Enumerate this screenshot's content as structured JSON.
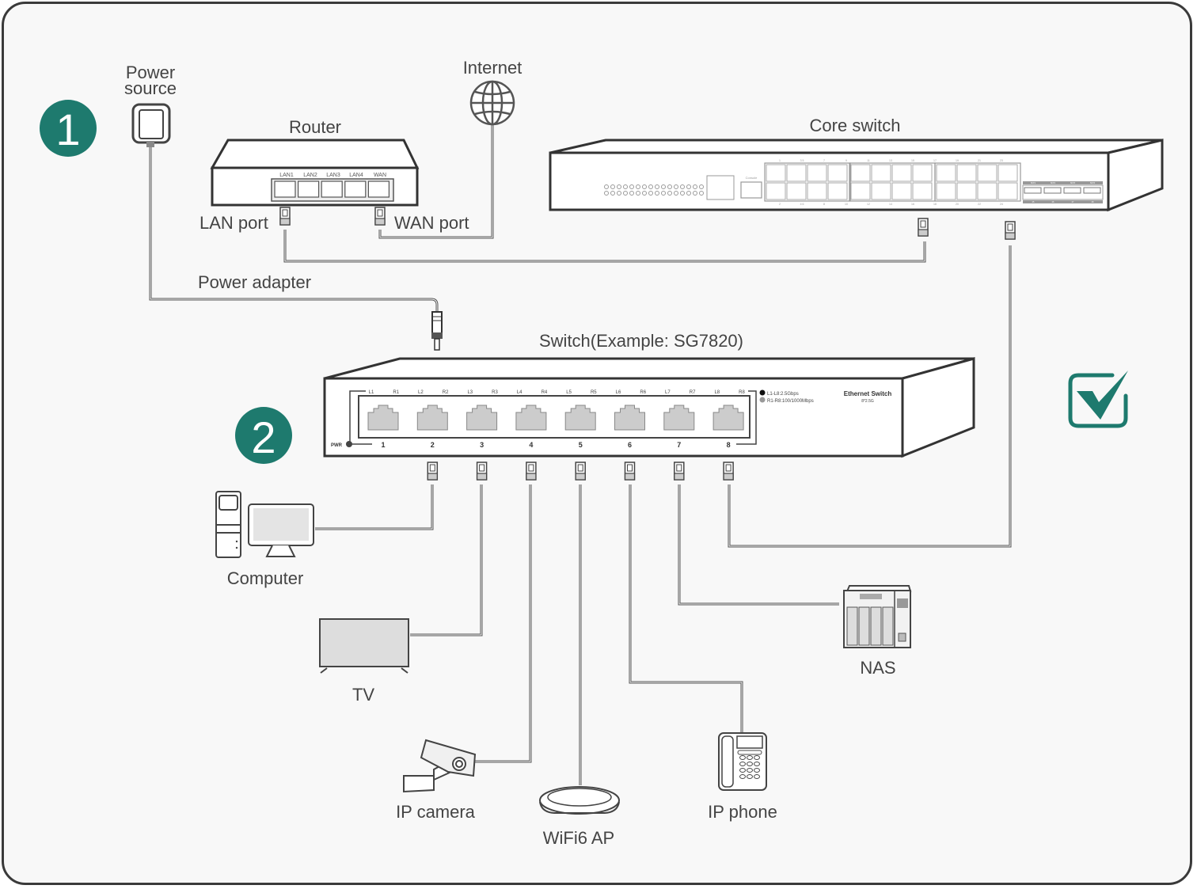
{
  "steps": [
    {
      "number": "1",
      "color": "#1e7a6e"
    },
    {
      "number": "2",
      "color": "#1e7a6e"
    }
  ],
  "labels": {
    "power_source_line1": "Power",
    "power_source_line2": "source",
    "internet": "Internet",
    "router": "Router",
    "core_switch": "Core switch",
    "lan_port": "LAN port",
    "wan_port": "WAN port",
    "power_adapter": "Power adapter",
    "switch": "Switch(Example: SG7820)",
    "computer": "Computer",
    "tv": "TV",
    "ip_camera": "IP camera",
    "wifi_ap": "WiFi6 AP",
    "ip_phone": "IP phone",
    "nas": "NAS"
  },
  "router": {
    "ports": [
      "LAN1",
      "LAN2",
      "LAN3",
      "LAN4",
      "WAN"
    ]
  },
  "switch": {
    "top_labels": [
      "L1",
      "R1",
      "L2",
      "R2",
      "L3",
      "R3",
      "L4",
      "R4",
      "L5",
      "R5",
      "L6",
      "R6",
      "L7",
      "R7",
      "L8",
      "R8"
    ],
    "port_numbers": [
      "1",
      "2",
      "3",
      "4",
      "5",
      "6",
      "7",
      "8"
    ],
    "pwr": "PWR",
    "legend_l": "L1-L8:2.5Gbps",
    "legend_r": "R1-R8:100/1000Mbps",
    "brand": "Ethernet Switch",
    "model": "8*2.5G"
  },
  "core_switch": {
    "top_port_numbers": [
      "1",
      "3 5",
      "7",
      "9",
      "11",
      "13",
      "15",
      "17",
      "19",
      "21",
      "23"
    ],
    "bottom_port_numbers": [
      "2",
      "4 6",
      "8",
      "10",
      "12",
      "14",
      "16",
      "18",
      "20",
      "22",
      "24"
    ],
    "console": "Console",
    "sfp": [
      "SFP1",
      "SFP2",
      "SFP3",
      "SFP4"
    ],
    "sfp_numbers": [
      "25",
      "26",
      "27",
      "28"
    ]
  },
  "status_icon": "checkbox-checked-icon",
  "accent_color": "#1e7a6e"
}
